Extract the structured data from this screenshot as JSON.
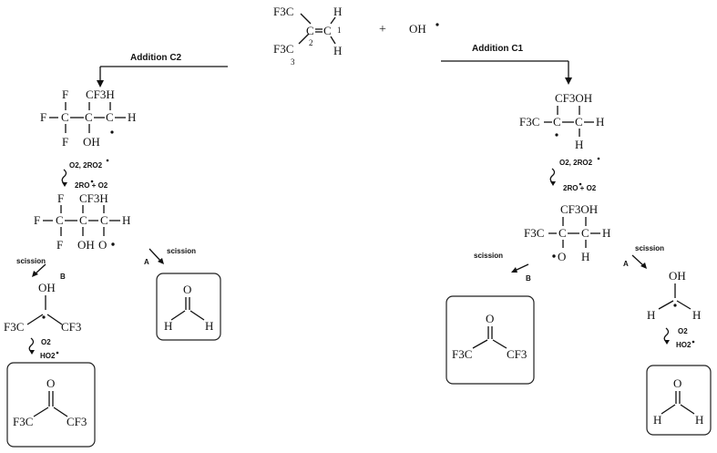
{
  "reactants": {
    "alkene": {
      "f3c_top": "F3C",
      "c2_label": "2",
      "c1": "C",
      "c1_label": "1",
      "h_top": "H",
      "h_bottom": "H",
      "f3c_bottom": "F3C",
      "c3_label": "3"
    },
    "plus": "+",
    "radical": "OH"
  },
  "pathways": {
    "c2": {
      "title": "Addition C2"
    },
    "c1": {
      "title": "Addition C1"
    }
  },
  "labels": {
    "o2_2ro2": "O2, 2RO2",
    "two_ro_o2": "2RO + O2",
    "scission": "scission",
    "branch_a": "A",
    "branch_b": "B",
    "o2": "O2",
    "ho2": "HO2"
  },
  "atoms": {
    "F": "F",
    "C": "C",
    "H": "H",
    "O": "O",
    "OH": "OH",
    "CF3": "CF3",
    "CF3H": "CF3H",
    "CF3OH": "CF3OH",
    "F3C": "F3C"
  }
}
